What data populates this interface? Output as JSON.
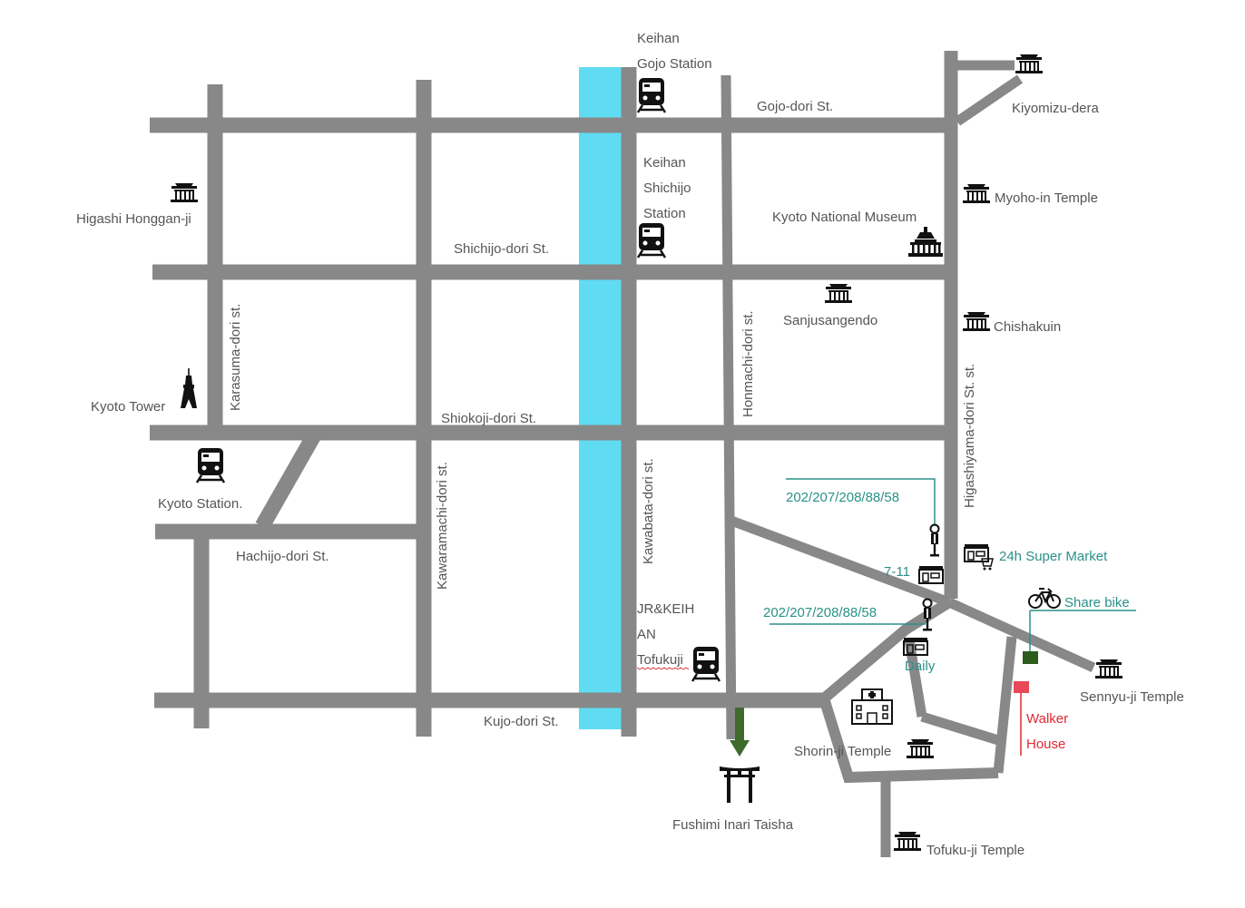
{
  "colors": {
    "road": "#888888",
    "river": "#5fdcf2",
    "label": "#555555",
    "bus_info": "#2a9188",
    "hotel": "#e02833",
    "share_bike_station": "#2e5b1e",
    "route_arrow": "#3e6b2b",
    "icon": "#111111"
  },
  "streets": {
    "gojo": "Gojo-dori St.",
    "shichijo": "Shichijo-dori St.",
    "shiokoji": "Shiokoji-dori St.",
    "hachijo": "Hachijo-dori St.",
    "kujo": "Kujo-dori St.",
    "karasuma": "Karasuma-dori st.",
    "kawaramachi": "Kawaramachi-dori st.",
    "kawabata": "Kawabata-dori st.",
    "honmachi": "Honmachi-dori st.",
    "higashiyama": "Higashiyama-dori St. st."
  },
  "stations": {
    "gojo_1": "Keihan",
    "gojo_2": "Gojo Station",
    "shichijo_1": "Keihan",
    "shichijo_2": "Shichijo",
    "shichijo_3": "Station",
    "tofukuji_1": "JR&KEIH",
    "tofukuji_2": "AN",
    "tofukuji_3": "Tofukuji",
    "kyoto": "Kyoto Station."
  },
  "landmarks": {
    "kiyomizu": "Kiyomizu-dera",
    "myoho_in": "Myoho-in Temple",
    "national_museum": "Kyoto National Museum",
    "sanjusangendo": "Sanjusangendo",
    "chishakuin": "Chishakuin",
    "higashi_honggan": "Higashi Honggan-ji",
    "kyoto_tower": "Kyoto Tower",
    "fushimi_inari": "Fushimi Inari Taisha",
    "shorinji": "Shorin-ji Temple",
    "tofukuji_temple": "Tofuku-ji Temple",
    "sennyuji": "Sennyu-ji Temple"
  },
  "services": {
    "bus_upper": "202/207/208/88/58",
    "bus_lower": "202/207/208/88/58",
    "supermarket": "24h Super Market",
    "seven_eleven": "7-11",
    "daily": "Daily",
    "share_bike": "Share bike",
    "walker_1": "Walker",
    "walker_2": "House"
  },
  "icons": {
    "train": "train-icon",
    "temple": "temple-icon",
    "museum": "museum-icon",
    "tower": "tower-icon",
    "torii": "torii-icon",
    "hospital": "hospital-icon",
    "store": "store-icon",
    "bus_stop": "bus-stop-icon",
    "bicycle": "bicycle-icon"
  }
}
